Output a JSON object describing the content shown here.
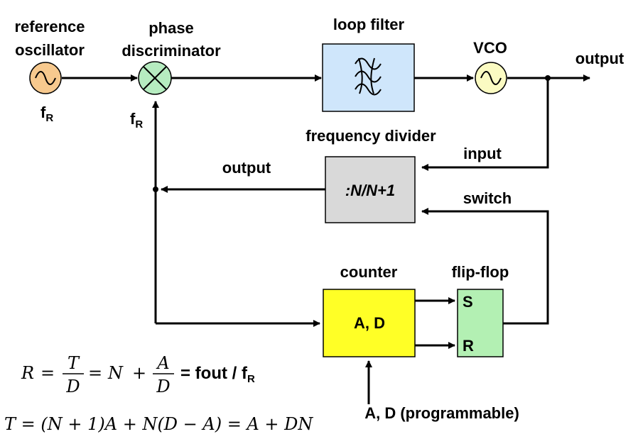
{
  "labels": {
    "ref_osc_line1": "reference",
    "ref_osc_line2": "oscillator",
    "phase_line1": "phase",
    "phase_line2": "discriminator",
    "loop_filter": "loop filter",
    "vco": "VCO",
    "output_top": "output",
    "fr_left": "f",
    "fr_left_sub": "R",
    "fr_phase": "f",
    "fr_phase_sub": "R",
    "freq_divider": "frequency divider",
    "divider_text": ":N/N+1",
    "input": "input",
    "output_mid": "output",
    "switch": "switch",
    "counter": "counter",
    "counter_text": "A, D",
    "flipflop": "flip-flop",
    "ff_s": "S",
    "ff_r": "R",
    "programmable": "A, D (programmable)"
  },
  "formula1": {
    "lhs": "R",
    "eq": "=",
    "T": "T",
    "D": "D",
    "eq2": "=",
    "N": "N",
    "plus": "+",
    "A": "A",
    "D2": "D",
    "tail": "= fout / f",
    "tail_sub": "R"
  },
  "formula2": {
    "text": "T = (N + 1)A + N(D − A) = A + DN"
  },
  "colors": {
    "ref_osc": "#f7c98e",
    "phase_disc": "#b6ecc0",
    "loop_filter": "#cfe6fb",
    "vco": "#fbfbc2",
    "divider": "#d9d9d9",
    "counter": "#ffff26",
    "flipflop": "#b3f0b3"
  },
  "icons": {
    "ref_osc": "sine-wave-icon",
    "phase_disc": "multiply-cross-icon",
    "loop_filter": "filter-waves-icon",
    "vco": "sine-wave-icon"
  }
}
